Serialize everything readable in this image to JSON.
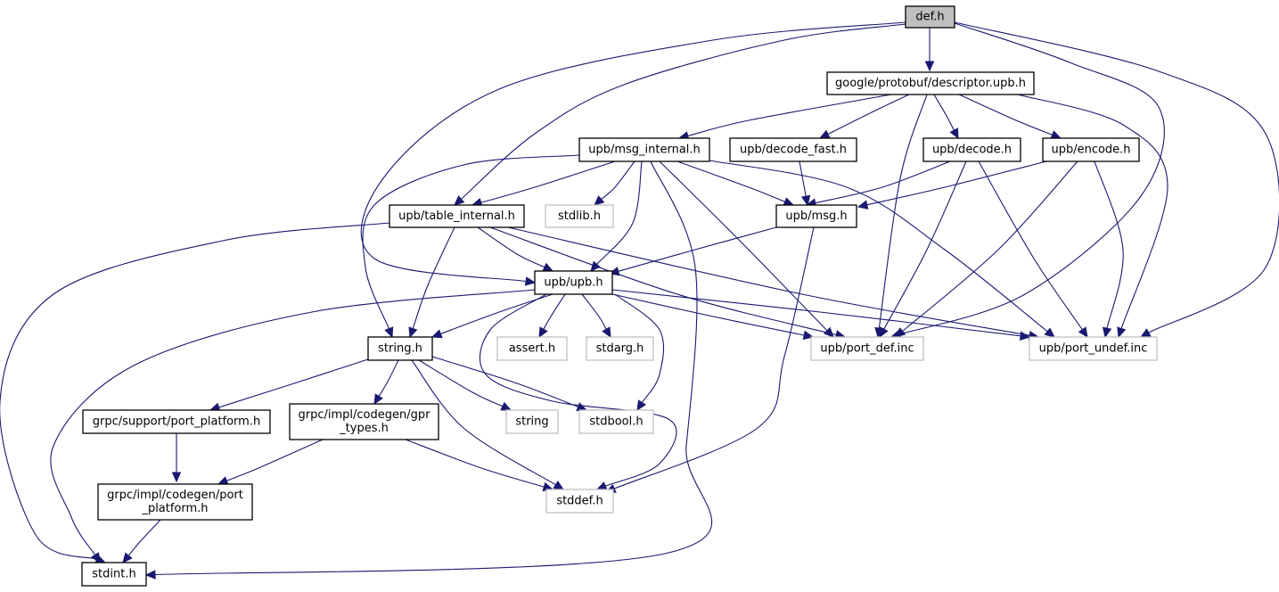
{
  "graph": {
    "title": "Include dependency graph for def.h",
    "colors": {
      "edge": "#191970",
      "root_fill": "#bfbfbf",
      "local_border": "#000000",
      "system_border": "#bfbfbf"
    },
    "nodes": [
      {
        "id": "def_h",
        "label": [
          "def.h"
        ],
        "kind": "root"
      },
      {
        "id": "descriptor_upb_h",
        "label": [
          "google/protobuf/descriptor.upb.h"
        ],
        "kind": "local"
      },
      {
        "id": "msg_internal_h",
        "label": [
          "upb/msg_internal.h"
        ],
        "kind": "local"
      },
      {
        "id": "decode_fast_h",
        "label": [
          "upb/decode_fast.h"
        ],
        "kind": "local"
      },
      {
        "id": "decode_h",
        "label": [
          "upb/decode.h"
        ],
        "kind": "local"
      },
      {
        "id": "encode_h",
        "label": [
          "upb/encode.h"
        ],
        "kind": "local"
      },
      {
        "id": "table_internal_h",
        "label": [
          "upb/table_internal.h"
        ],
        "kind": "local"
      },
      {
        "id": "stdlib_h",
        "label": [
          "stdlib.h"
        ],
        "kind": "system"
      },
      {
        "id": "msg_h",
        "label": [
          "upb/msg.h"
        ],
        "kind": "local"
      },
      {
        "id": "upb_h",
        "label": [
          "upb/upb.h"
        ],
        "kind": "local"
      },
      {
        "id": "string_h",
        "label": [
          "string.h"
        ],
        "kind": "local"
      },
      {
        "id": "assert_h",
        "label": [
          "assert.h"
        ],
        "kind": "system"
      },
      {
        "id": "stdarg_h",
        "label": [
          "stdarg.h"
        ],
        "kind": "system"
      },
      {
        "id": "port_def_inc",
        "label": [
          "upb/port_def.inc"
        ],
        "kind": "system"
      },
      {
        "id": "port_undef_inc",
        "label": [
          "upb/port_undef.inc"
        ],
        "kind": "system"
      },
      {
        "id": "grpc_support_port_platform_h",
        "label": [
          "grpc/support/port_platform.h"
        ],
        "kind": "local"
      },
      {
        "id": "gpr_types_h",
        "label": [
          "grpc/impl/codegen/gpr",
          "_types.h"
        ],
        "kind": "local"
      },
      {
        "id": "string",
        "label": [
          "string"
        ],
        "kind": "system"
      },
      {
        "id": "stdbool_h",
        "label": [
          "stdbool.h"
        ],
        "kind": "system"
      },
      {
        "id": "codegen_port_platform_h",
        "label": [
          "grpc/impl/codegen/port",
          "_platform.h"
        ],
        "kind": "local"
      },
      {
        "id": "stddef_h",
        "label": [
          "stddef.h"
        ],
        "kind": "system"
      },
      {
        "id": "stdint_h",
        "label": [
          "stdint.h"
        ],
        "kind": "local"
      }
    ],
    "edges": [
      [
        "def_h",
        "descriptor_upb_h"
      ],
      [
        "def_h",
        "table_internal_h"
      ],
      [
        "def_h",
        "upb_h"
      ],
      [
        "def_h",
        "port_def_inc"
      ],
      [
        "def_h",
        "port_undef_inc"
      ],
      [
        "descriptor_upb_h",
        "msg_internal_h"
      ],
      [
        "descriptor_upb_h",
        "decode_fast_h"
      ],
      [
        "descriptor_upb_h",
        "decode_h"
      ],
      [
        "descriptor_upb_h",
        "encode_h"
      ],
      [
        "descriptor_upb_h",
        "port_def_inc"
      ],
      [
        "descriptor_upb_h",
        "port_undef_inc"
      ],
      [
        "msg_internal_h",
        "table_internal_h"
      ],
      [
        "msg_internal_h",
        "stdlib_h"
      ],
      [
        "msg_internal_h",
        "msg_h"
      ],
      [
        "msg_internal_h",
        "upb_h"
      ],
      [
        "msg_internal_h",
        "string_h"
      ],
      [
        "msg_internal_h",
        "stdint_h"
      ],
      [
        "msg_internal_h",
        "port_def_inc"
      ],
      [
        "msg_internal_h",
        "port_undef_inc"
      ],
      [
        "decode_fast_h",
        "msg_h"
      ],
      [
        "decode_h",
        "msg_h"
      ],
      [
        "decode_h",
        "port_def_inc"
      ],
      [
        "decode_h",
        "port_undef_inc"
      ],
      [
        "encode_h",
        "msg_h"
      ],
      [
        "encode_h",
        "port_def_inc"
      ],
      [
        "encode_h",
        "port_undef_inc"
      ],
      [
        "table_internal_h",
        "upb_h"
      ],
      [
        "table_internal_h",
        "string_h"
      ],
      [
        "table_internal_h",
        "stdint_h"
      ],
      [
        "table_internal_h",
        "port_def_inc"
      ],
      [
        "table_internal_h",
        "port_undef_inc"
      ],
      [
        "msg_h",
        "upb_h"
      ],
      [
        "msg_h",
        "stddef_h"
      ],
      [
        "upb_h",
        "string_h"
      ],
      [
        "upb_h",
        "assert_h"
      ],
      [
        "upb_h",
        "stdarg_h"
      ],
      [
        "upb_h",
        "stdbool_h"
      ],
      [
        "upb_h",
        "stddef_h"
      ],
      [
        "upb_h",
        "stdint_h"
      ],
      [
        "upb_h",
        "port_def_inc"
      ],
      [
        "upb_h",
        "port_undef_inc"
      ],
      [
        "string_h",
        "grpc_support_port_platform_h"
      ],
      [
        "string_h",
        "gpr_types_h"
      ],
      [
        "string_h",
        "string"
      ],
      [
        "string_h",
        "stdbool_h"
      ],
      [
        "string_h",
        "stddef_h"
      ],
      [
        "grpc_support_port_platform_h",
        "codegen_port_platform_h"
      ],
      [
        "gpr_types_h",
        "codegen_port_platform_h"
      ],
      [
        "gpr_types_h",
        "stddef_h"
      ],
      [
        "codegen_port_platform_h",
        "stdint_h"
      ]
    ]
  }
}
